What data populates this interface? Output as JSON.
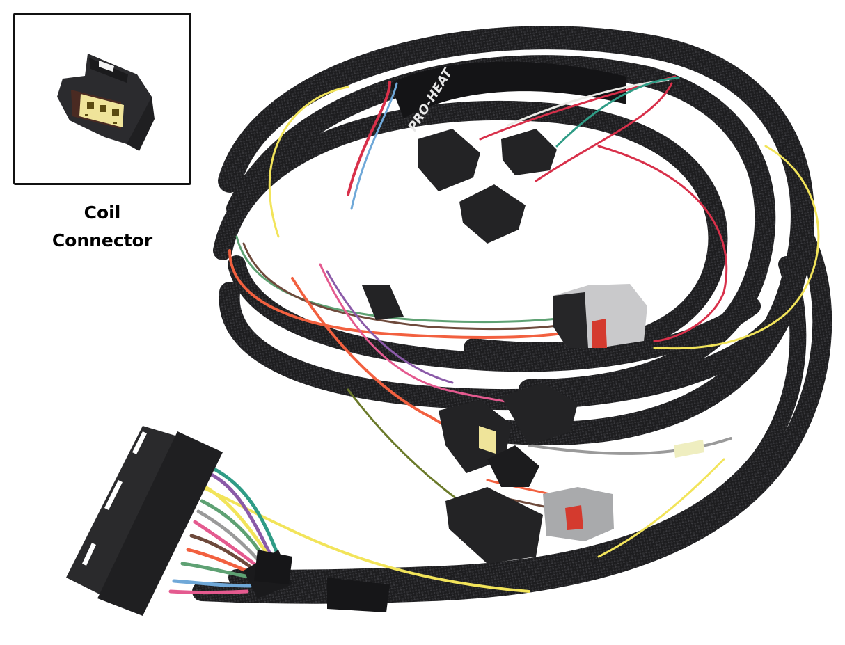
{
  "image": {
    "subject": "Engine wiring harness with braided black sleeving and multiple connectors",
    "background_color": "#ffffff"
  },
  "inset": {
    "caption_line1": "Coil",
    "caption_line2": "Connector",
    "connector_body_color": "#2b2b2e",
    "connector_terminal_color": "#efe49a",
    "frame_color": "#111111"
  },
  "harness": {
    "sleeve_label": "PRO-HEAT",
    "sleeve_color": "#1d1d1f",
    "wire_colors": {
      "red": "#d8304a",
      "orange": "#f2603f",
      "yellow": "#f2e45a",
      "green": "#5ea173",
      "teal": "#2f9c86",
      "brown": "#6e4a3c",
      "purple": "#8b5aa8",
      "blue": "#6fa8d8",
      "gray": "#9a9a9a",
      "pink": "#e45a8f",
      "white": "#ecece8"
    },
    "connectors": [
      {
        "name": "main-ecu-connector",
        "color": "#222224"
      },
      {
        "name": "gray-injector-connector",
        "color": "#c9c9cb"
      },
      {
        "name": "gray-sensor-connector",
        "color": "#a9aaac"
      },
      {
        "name": "black-sensor-connector",
        "color": "#252527"
      },
      {
        "name": "coil-connector",
        "color": "#252527"
      }
    ]
  }
}
